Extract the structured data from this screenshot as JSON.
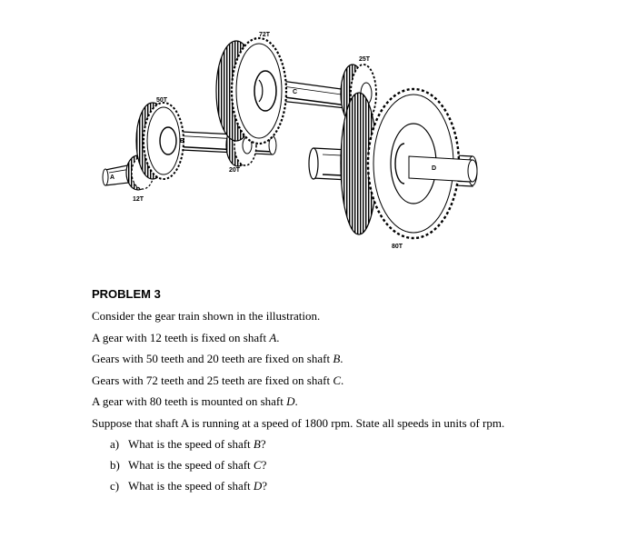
{
  "figure": {
    "labels": {
      "g12": "12T",
      "g50": "50T",
      "g20": "20T",
      "g72": "72T",
      "g25": "25T",
      "g80": "80T",
      "shaftA": "A",
      "shaftB": "B",
      "shaftC": "C",
      "shaftD": "D"
    }
  },
  "problem": {
    "title": "PROBLEM 3",
    "intro": "Consider the gear train shown in the illustration.",
    "lines": [
      {
        "pre": "A gear with 12 teeth is fixed on shaft ",
        "var": "A",
        "post": "."
      },
      {
        "pre": "Gears with 50 teeth and 20 teeth are fixed on shaft ",
        "var": "B",
        "post": "."
      },
      {
        "pre": "Gears with 72 teeth and 25 teeth are fixed on shaft ",
        "var": "C",
        "post": "."
      },
      {
        "pre": "A gear with 80 teeth is mounted on shaft ",
        "var": "D",
        "post": "."
      }
    ],
    "statement": "Suppose that shaft A is running at a speed of 1800 rpm.  State all speeds in units of rpm.",
    "questions": [
      {
        "marker": "a)",
        "pre": "What is the speed of shaft ",
        "var": "B",
        "post": "?"
      },
      {
        "marker": "b)",
        "pre": "What is the speed of shaft ",
        "var": "C",
        "post": "?"
      },
      {
        "marker": "c)",
        "pre": "What is the speed of shaft ",
        "var": "D",
        "post": "?"
      }
    ]
  }
}
